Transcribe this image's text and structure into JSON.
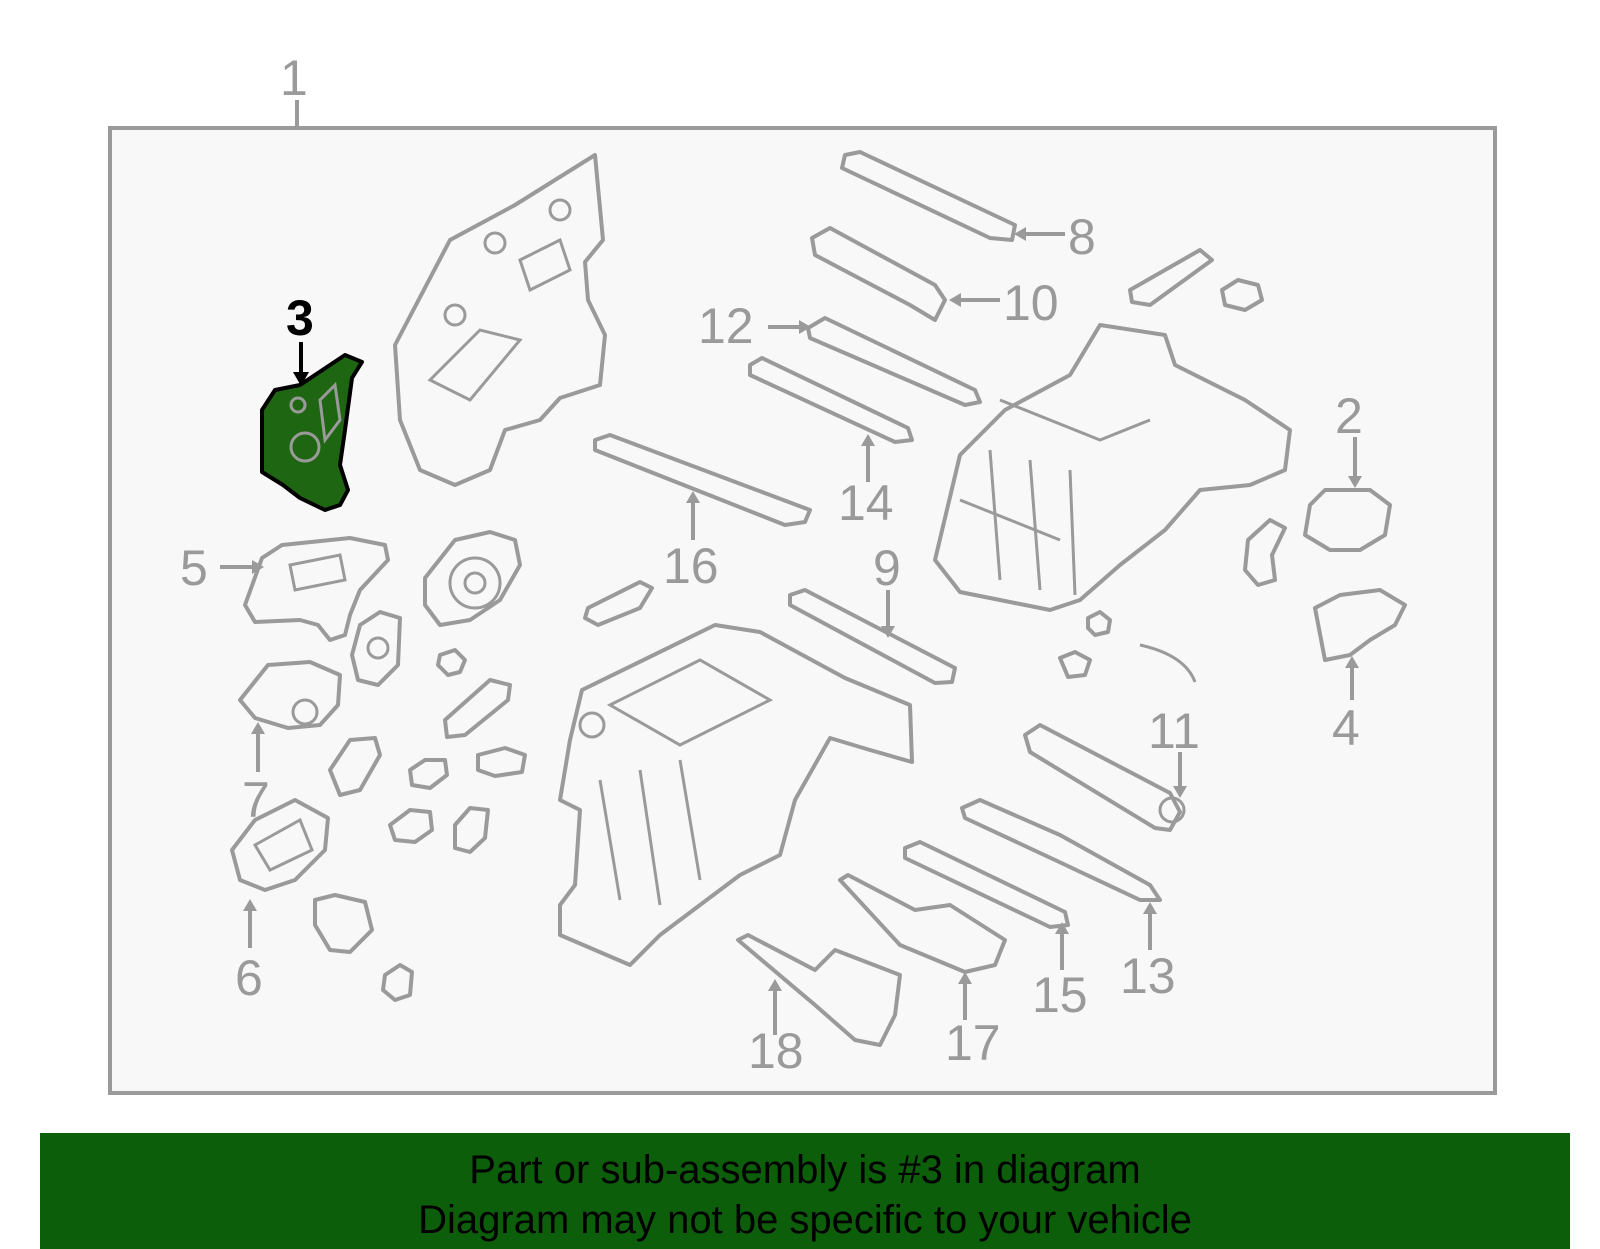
{
  "diagram": {
    "assembly_label": "1",
    "highlighted_part": "3",
    "frame_stroke": "#9a9a9a",
    "highlight_fill": "#1f6612",
    "callouts": [
      "2",
      "3",
      "4",
      "5",
      "6",
      "7",
      "8",
      "9",
      "10",
      "11",
      "12",
      "13",
      "14",
      "15",
      "16",
      "17",
      "18"
    ]
  },
  "banner": {
    "background": "#0d5e0a",
    "line1": "Part or sub-assembly is #3 in diagram",
    "line2": "Diagram may not be specific to your vehicle"
  }
}
